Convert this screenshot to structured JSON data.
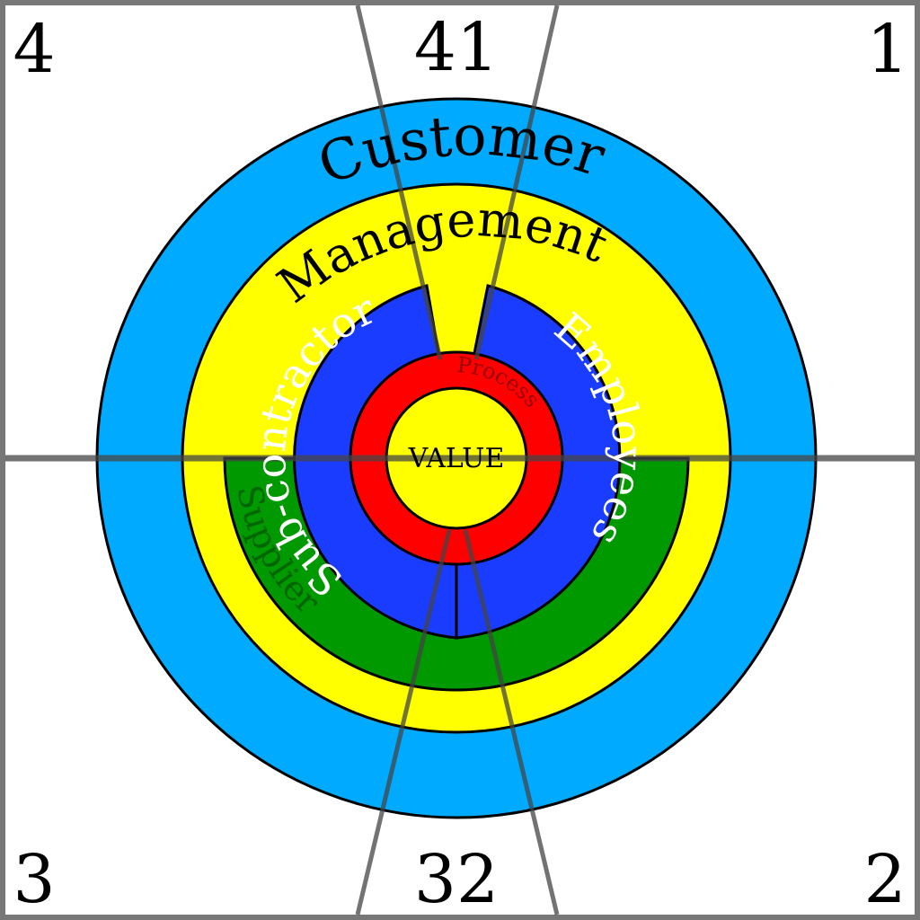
{
  "corners": {
    "top_left": "4",
    "top_middle": "41",
    "top_right": "1",
    "bottom_left": "3",
    "bottom_middle": "32",
    "bottom_right": "2"
  },
  "rings": {
    "customer": "Customer",
    "management": "Management",
    "subcontractor": "Sub-contractor",
    "employees": "Employees",
    "supplier": "Supplier",
    "process": "Process",
    "value": "VALUE"
  },
  "colors": {
    "customer": "#00aaff",
    "management": "#ffff00",
    "blue": "#1a3cff",
    "supplier": "#009900",
    "process": "#ff0000",
    "value": "#ffff00",
    "divider": "#666666"
  }
}
